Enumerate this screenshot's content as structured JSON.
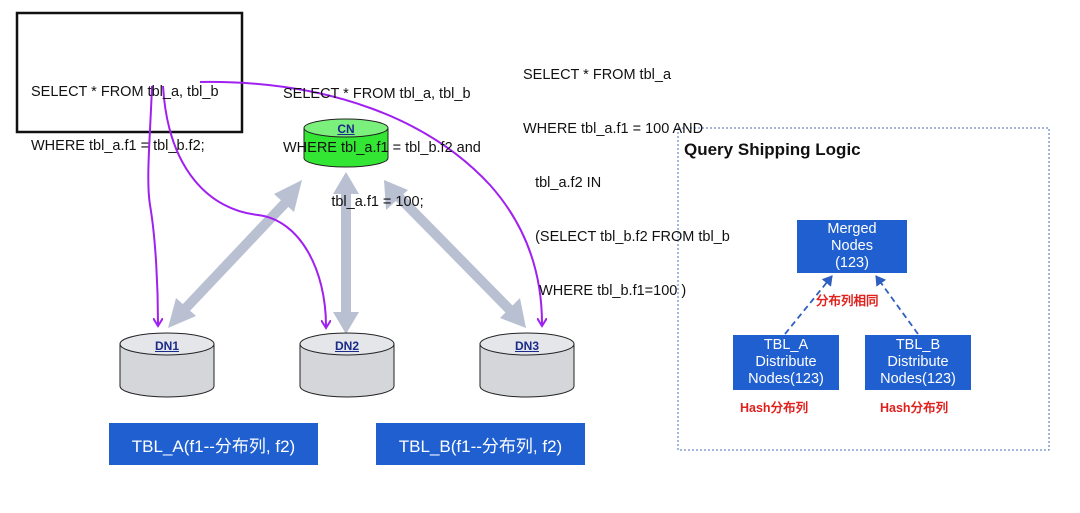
{
  "sql_box_1": {
    "lines": [
      "SELECT * FROM tbl_a, tbl_b",
      "WHERE tbl_a.f1 = tbl_b.f2;"
    ]
  },
  "sql_2": {
    "lines": [
      "SELECT * FROM tbl_a, tbl_b",
      "WHERE tbl_a.f1 = tbl_b.f2 and",
      "            tbl_a.f1 = 100;"
    ]
  },
  "sql_3": {
    "lines": [
      "SELECT * FROM tbl_a",
      "WHERE tbl_a.f1 = 100 AND",
      "   tbl_a.f2 IN",
      "   (SELECT tbl_b.f2 FROM tbl_b",
      "    WHERE tbl_b.f1=100 )"
    ]
  },
  "cn": {
    "label": "CN"
  },
  "datanodes": [
    {
      "label": "DN1"
    },
    {
      "label": "DN2"
    },
    {
      "label": "DN3"
    }
  ],
  "tables": [
    {
      "label": "TBL_A(f1--分布列, f2)"
    },
    {
      "label": "TBL_B(f1--分布列, f2)"
    }
  ],
  "logic_panel": {
    "title": "Query Shipping Logic",
    "merged": {
      "lines": [
        "Merged",
        "Nodes",
        "(123)"
      ]
    },
    "same_dist_label": "分布列相同",
    "tbl_a_nodes": {
      "lines": [
        "TBL_A",
        "Distribute",
        "Nodes(123)"
      ]
    },
    "tbl_b_nodes": {
      "lines": [
        "TBL_B",
        "Distribute",
        "Nodes(123)"
      ]
    },
    "hash_label_a": "Hash分布列",
    "hash_label_b": "Hash分布列"
  },
  "colors": {
    "cn_fill": "#33e633",
    "dn_fill": "#d4d6da",
    "box_blue": "#1f5fd0",
    "purple_arrow": "#a020f0",
    "gray_arrow": "#b9c0d2",
    "red_text": "#e0201c",
    "dashed_arrow": "#2d5fc0"
  }
}
